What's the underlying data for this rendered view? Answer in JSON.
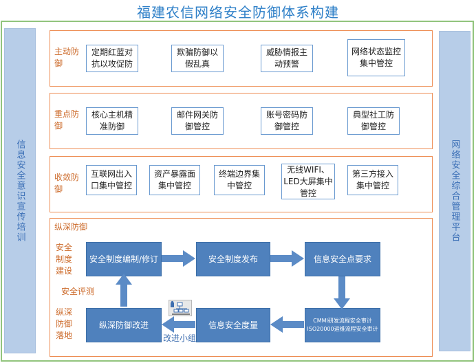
{
  "title": "福建农信网络安全防御体系构建",
  "left_sidebar": "信息安全意识宣传培训",
  "right_sidebar": "网络安全综合管理平台",
  "bands": [
    {
      "label": "主动防御",
      "items": [
        "定期红蓝对抗以攻促防",
        "欺骗防御以假乱真",
        "威胁情报主动预警",
        "网络状态监控集中管控"
      ]
    },
    {
      "label": "重点防御",
      "items": [
        "核心主机精准防御",
        "邮件网关防御管控",
        "账号密码防御管控",
        "典型社工防御管控"
      ]
    },
    {
      "label": "收敛防御",
      "items": [
        "互联网出入口集中管控",
        "资产暴露面集中管控",
        "终端边界集中管控",
        "无线WIFI、LED大屏集中管控",
        "第三方接入集中管控"
      ]
    }
  ],
  "depth": {
    "label": "纵深防御",
    "build_label": "安全制度建设",
    "eval_label": "安全评测",
    "land_label": "纵深防御落地",
    "flow": {
      "compile": "安全制度编制/修订",
      "publish": "安全制度发布",
      "points": "信息安全点要求",
      "audit_line1": "CMMI研发流程安全审计",
      "audit_line2": "ISO20000运维流程安全审计",
      "measure": "信息安全度量",
      "improve": "纵深防御改进"
    },
    "group_label": "改进小组"
  }
}
